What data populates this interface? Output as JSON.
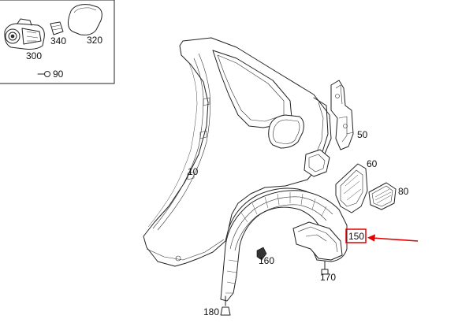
{
  "callouts": {
    "p300": "300",
    "p340": "340",
    "p320": "320",
    "p90": "90",
    "p10": "10",
    "p50": "50",
    "p60": "60",
    "p80": "80",
    "p150": "150",
    "p160": "160",
    "p170": "170",
    "p180": "180"
  },
  "highlight": {
    "part": "150",
    "box_color": "#e00000",
    "arrow_color": "#e00000"
  }
}
